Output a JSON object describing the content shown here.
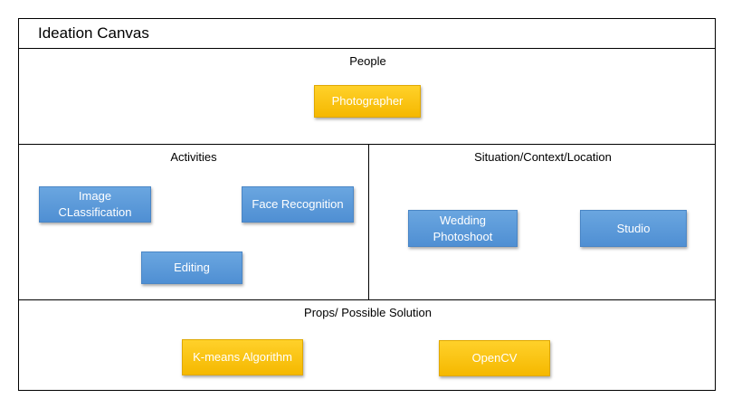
{
  "title": "Ideation Canvas",
  "sections": {
    "people": {
      "label": "People",
      "items": [
        "Photographer"
      ]
    },
    "activities": {
      "label": "Activities",
      "items": [
        "Image CLassification",
        "Face Recognition",
        "Editing"
      ]
    },
    "situation": {
      "label": "Situation/Context/Location",
      "items": [
        "Wedding Photoshoot",
        "Studio"
      ]
    },
    "props": {
      "label": "Props/ Possible Solution",
      "items": [
        "K-means Algorithm",
        "OpenCV"
      ]
    }
  },
  "colors": {
    "blue_box": "#5b9bd5",
    "yellow_box": "#ffc000",
    "border": "#000000"
  }
}
